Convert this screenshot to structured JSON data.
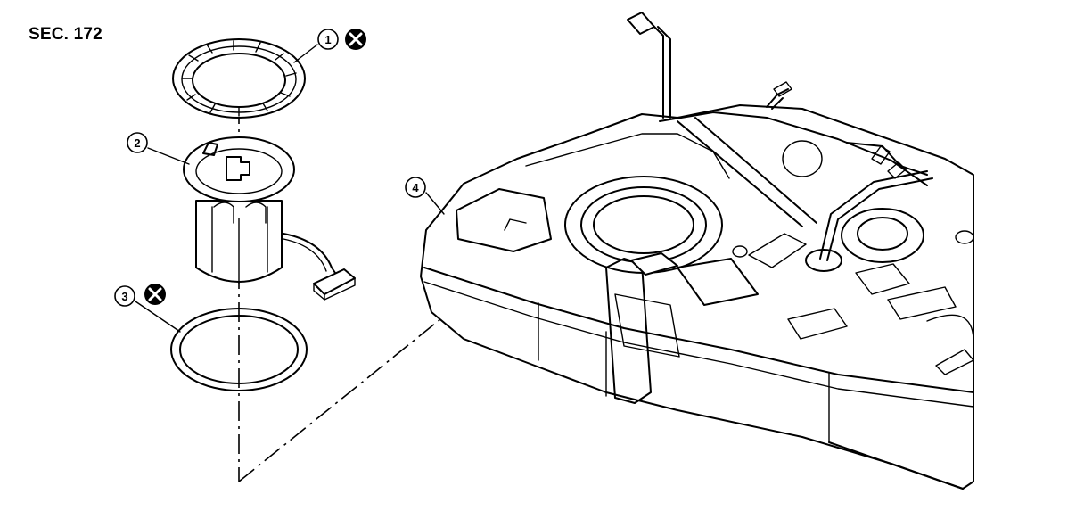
{
  "section": "SEC. 172",
  "callouts": [
    {
      "number": "1",
      "do_not_reuse": true
    },
    {
      "number": "2",
      "do_not_reuse": false
    },
    {
      "number": "3",
      "do_not_reuse": true
    },
    {
      "number": "4",
      "do_not_reuse": false
    }
  ],
  "symbols": {
    "do_not_reuse_icon": "circled-x-icon"
  }
}
